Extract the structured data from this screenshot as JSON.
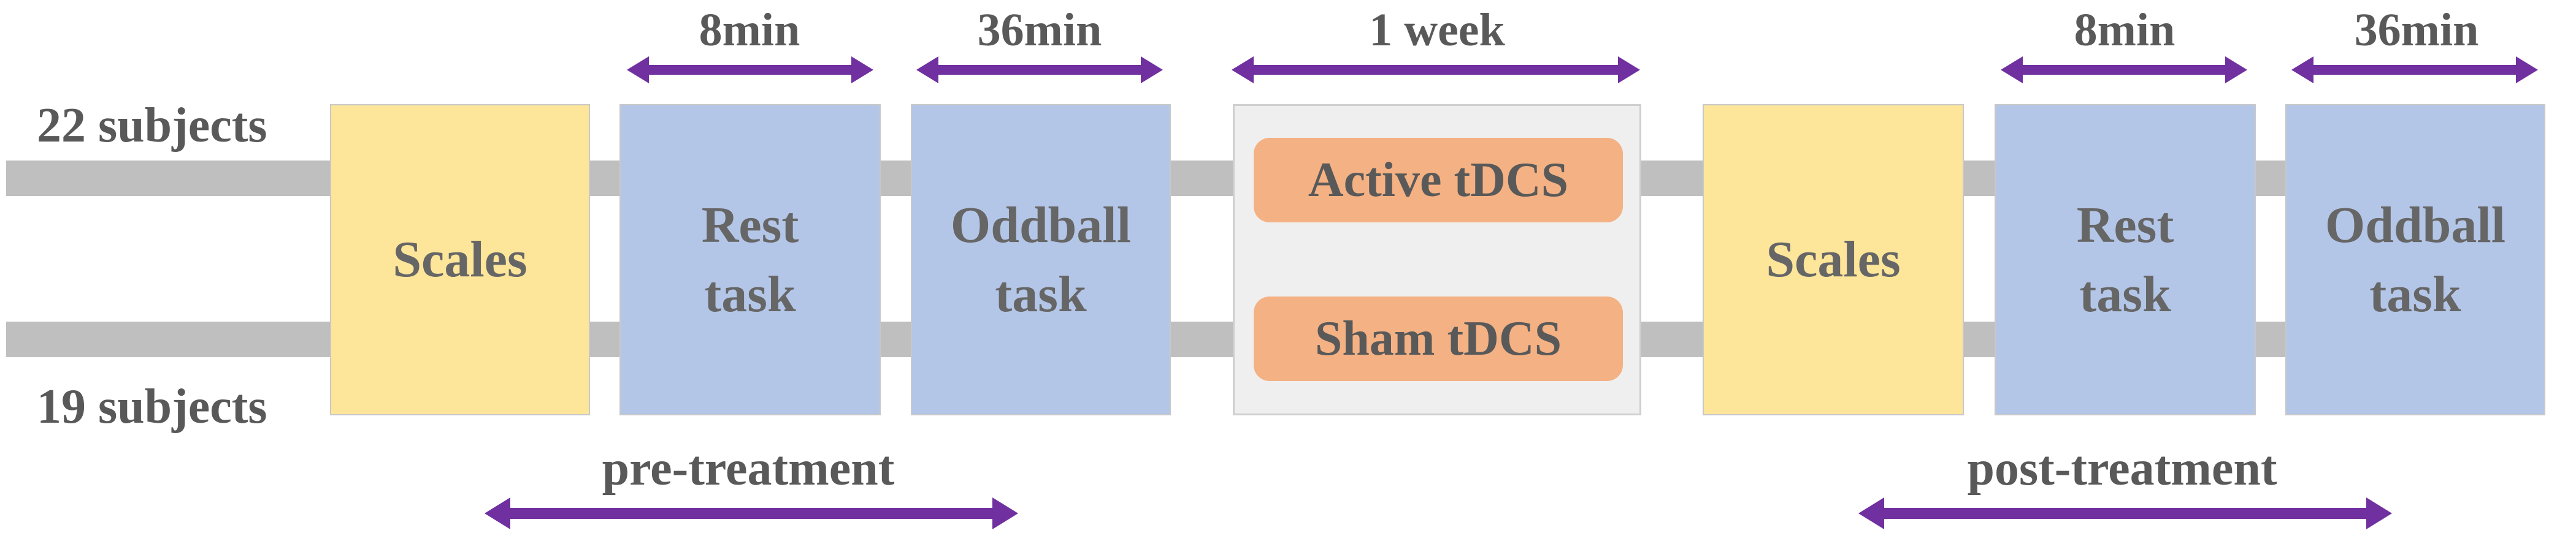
{
  "groups": {
    "top_label": "22 subjects",
    "bottom_label": "19 subjects"
  },
  "pre": {
    "scales": "Scales",
    "rest": [
      "Rest",
      "task"
    ],
    "oddball": [
      "Oddball",
      "task"
    ],
    "rest_duration": "8min",
    "oddball_duration": "36min",
    "phase_label": "pre-treatment"
  },
  "treatment": {
    "duration": "1 week",
    "active": "Active tDCS",
    "sham": "Sham tDCS"
  },
  "post": {
    "scales": "Scales",
    "rest": [
      "Rest",
      "task"
    ],
    "oddball": [
      "Oddball",
      "task"
    ],
    "rest_duration": "8min",
    "oddball_duration": "36min",
    "phase_label": "post-treatment"
  },
  "colors": {
    "scales_fill": "#fde59a",
    "task_fill": "#b4c6e7",
    "tdcs_fill": "#f4b183",
    "treatment_panel": "#efefef",
    "track": "#bfbfbf",
    "arrow": "#7030a0",
    "text": "#595959"
  }
}
